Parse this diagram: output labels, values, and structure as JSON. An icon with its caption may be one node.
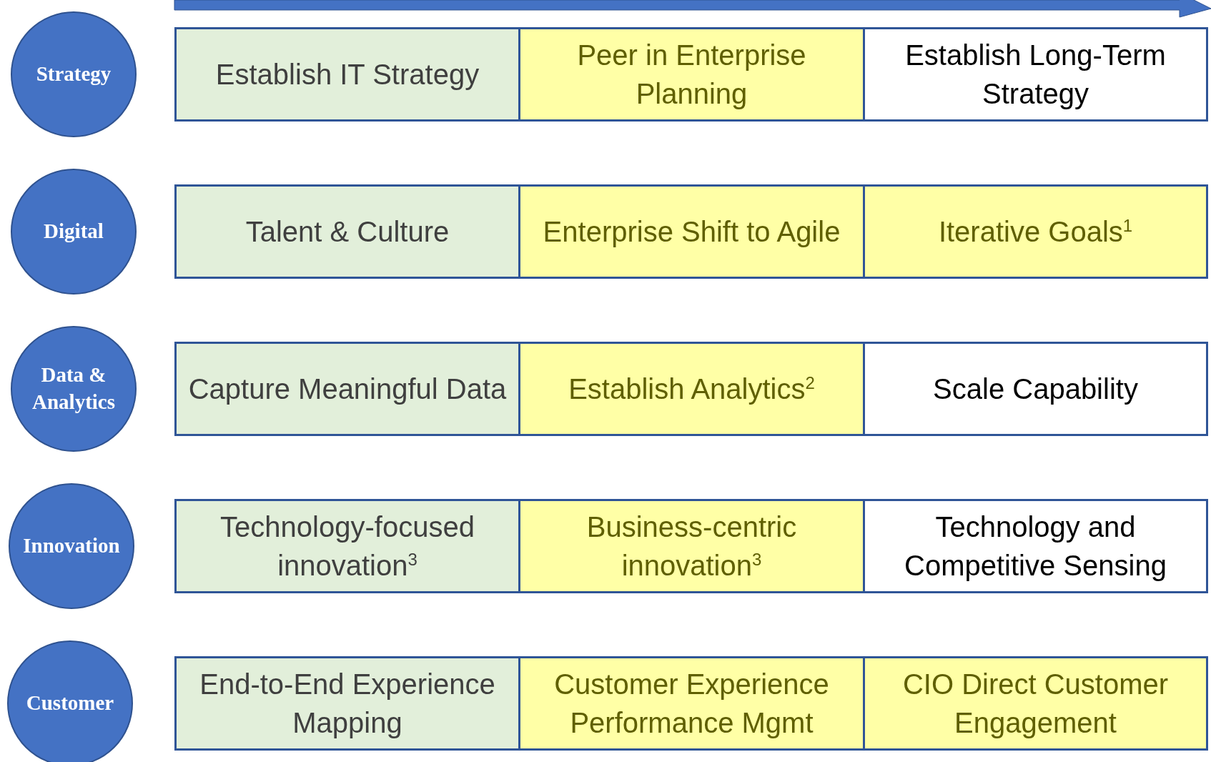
{
  "diagram": {
    "nodes": [
      {
        "text": [
          "Strategy"
        ]
      },
      {
        "text": [
          "Establish IT Strategy"
        ]
      },
      {
        "text": [
          "Peer in Enterprise Planning"
        ]
      },
      {
        "text": [
          "Establish Long-Term Strategy"
        ]
      },
      {
        "text": [
          "Digital"
        ]
      },
      {
        "text": [
          "Talent & Culture"
        ]
      },
      {
        "text": [
          "Enterprise Shift to Agile"
        ]
      },
      {
        "text": [
          "Iterative Goals$^{1}$"
        ]
      },
      {
        "text": [
          "Data & Analytics"
        ]
      },
      {
        "text": [
          "Capture Meaningful Data"
        ]
      },
      {
        "text": [
          "Establish Analytics$^{2}$"
        ]
      },
      {
        "text": [
          "Scale Capability"
        ]
      },
      {
        "text": [
          "Innovation"
        ]
      },
      {
        "text": [
          "Technology-focused innovation$^{3}$"
        ]
      },
      {
        "text": [
          "Business-centric innovation$^{3}$"
        ]
      },
      {
        "text": [
          "Technology and Competitive Sensing"
        ]
      },
      {
        "text": [
          "Customer"
        ]
      },
      {
        "text": [
          "End-to-End Experience Mapping"
        ]
      },
      {
        "text": [
          "Customer Experience Performance Mgmt"
        ]
      },
      {
        "text": [
          "CIO Direct Customer Engagement"
        ]
      }
    ],
    "edges": []
  }
}
